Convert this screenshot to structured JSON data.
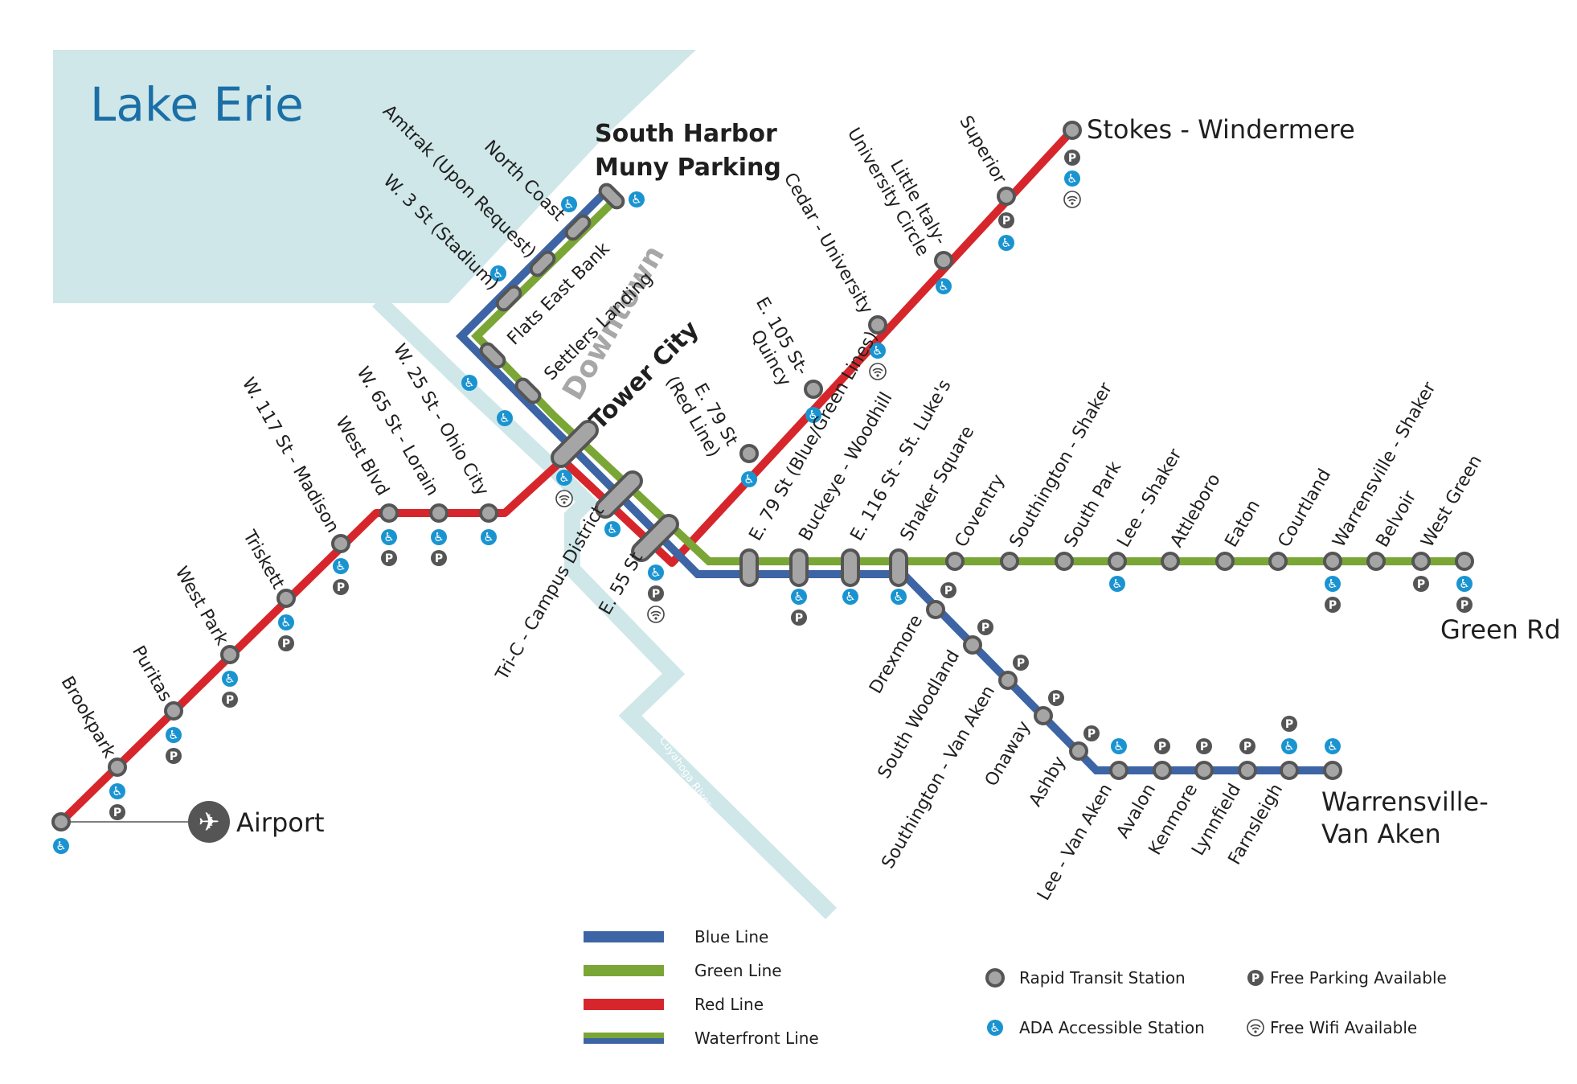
{
  "map": {
    "lake": {
      "name": "Lake Erie"
    },
    "river": {
      "name": "Cuyahoga River"
    },
    "area_label": "Downtown",
    "colors": {
      "blue_line": "#3d65a5",
      "green_line": "#7aa636",
      "red_line": "#d7262b",
      "lake": "#cfe7e9",
      "ada": "#1a94d0",
      "station_fill": "#a5a5a5",
      "station_stroke": "#555555"
    },
    "terminals": {
      "south_harbor_line1": "South Harbor",
      "south_harbor_line2": "Muny Parking",
      "tower_city": "Tower City",
      "stokes": "Stokes - Windermere",
      "green_rd": "Green Rd",
      "warrensville_line1": "Warrensville-",
      "warrensville_line2": "Van Aken",
      "airport": "Airport"
    },
    "stations": {
      "north_coast": "North Coast",
      "amtrak": "Amtrak (Upon Request)",
      "w3": "W. 3 St (Stadium)",
      "flats": "Flats East Bank",
      "settlers": "Settlers Landing",
      "tri_c": "Tri-C - Campus District",
      "e55": "E. 55 St",
      "e79_red_line1": "E. 79 St",
      "e79_red_line2": "(Red Line)",
      "e105_line1": "E. 105 St-",
      "e105_line2": "Quincy",
      "cedar": "Cedar - University",
      "little_italy_line1": "Little Italy-",
      "little_italy_line2": "University Circle",
      "superior": "Superior",
      "w25": "W. 25 St - Ohio City",
      "w65": "W. 65 St - Lorain",
      "west_blvd": "West Blvd",
      "w117": "W. 117 St - Madison",
      "triskett": "Triskett",
      "west_park": "West Park",
      "puritas": "Puritas",
      "brookpark": "Brookpark",
      "e79_bg": "E. 79 St (Blue/Green Lines)",
      "buckeye": "Buckeye - Woodhill",
      "e116": "E. 116 St - St. Luke's",
      "shaker_sq": "Shaker Square",
      "coventry": "Coventry",
      "southington_shaker": "Southington - Shaker",
      "south_park": "South Park",
      "lee_shaker": "Lee - Shaker",
      "attleboro": "Attleboro",
      "eaton": "Eaton",
      "courtland": "Courtland",
      "warrensville_shaker": "Warrensville - Shaker",
      "belvoir": "Belvoir",
      "west_green": "West Green",
      "drexmore": "Drexmore",
      "south_woodland": "South Woodland",
      "southington_van_aken": "Southington - Van Aken",
      "onaway": "Onaway",
      "ashby": "Ashby",
      "lee_van_aken": "Lee - Van Aken",
      "avalon": "Avalon",
      "kenmore": "Kenmore",
      "lynnfield": "Lynnfield",
      "farnsleigh": "Farnsleigh"
    },
    "icons": {
      "parking": "P",
      "ada": "♿",
      "airplane": "✈"
    }
  },
  "legend": {
    "lines": [
      {
        "label": "Blue Line",
        "color": "#3d65a5"
      },
      {
        "label": "Green Line",
        "color": "#7aa636"
      },
      {
        "label": "Red Line",
        "color": "#d7262b"
      },
      {
        "label": "Waterfront Line",
        "color": "#7aa636",
        "secondary_color": "#3d65a5"
      }
    ],
    "symbols": {
      "station": "Rapid Transit Station",
      "ada": "ADA Accessible Station",
      "parking": "Free Parking Available",
      "wifi": "Free Wifi Available"
    }
  }
}
